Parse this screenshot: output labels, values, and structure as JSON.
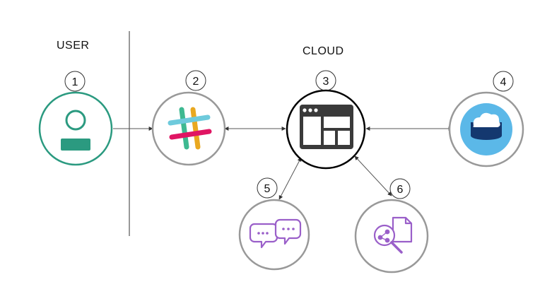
{
  "sections": {
    "user": "USER",
    "cloud": "CLOUD"
  },
  "nodes": [
    {
      "id": "user",
      "number": "1",
      "icon": "user-avatar-icon",
      "color": "#2b9a80"
    },
    {
      "id": "slack",
      "number": "2",
      "icon": "slack-logo-icon",
      "color": "#999999"
    },
    {
      "id": "app",
      "number": "3",
      "icon": "app-window-icon",
      "color": "#000000"
    },
    {
      "id": "database",
      "number": "4",
      "icon": "cloud-database-icon",
      "color": "#999999"
    },
    {
      "id": "chat",
      "number": "5",
      "icon": "chat-bubbles-icon",
      "color": "#9a5fc9"
    },
    {
      "id": "analytics",
      "number": "6",
      "icon": "document-search-icon",
      "color": "#9a5fc9"
    }
  ],
  "colors": {
    "user_green": "#2b9a80",
    "purple": "#9a5fc9",
    "db_blue": "#5bb8e8",
    "db_navy": "#14386f",
    "slack_blue": "#6ecadc",
    "slack_green": "#3eb991",
    "slack_yellow": "#e9a820",
    "slack_red": "#e01563"
  }
}
